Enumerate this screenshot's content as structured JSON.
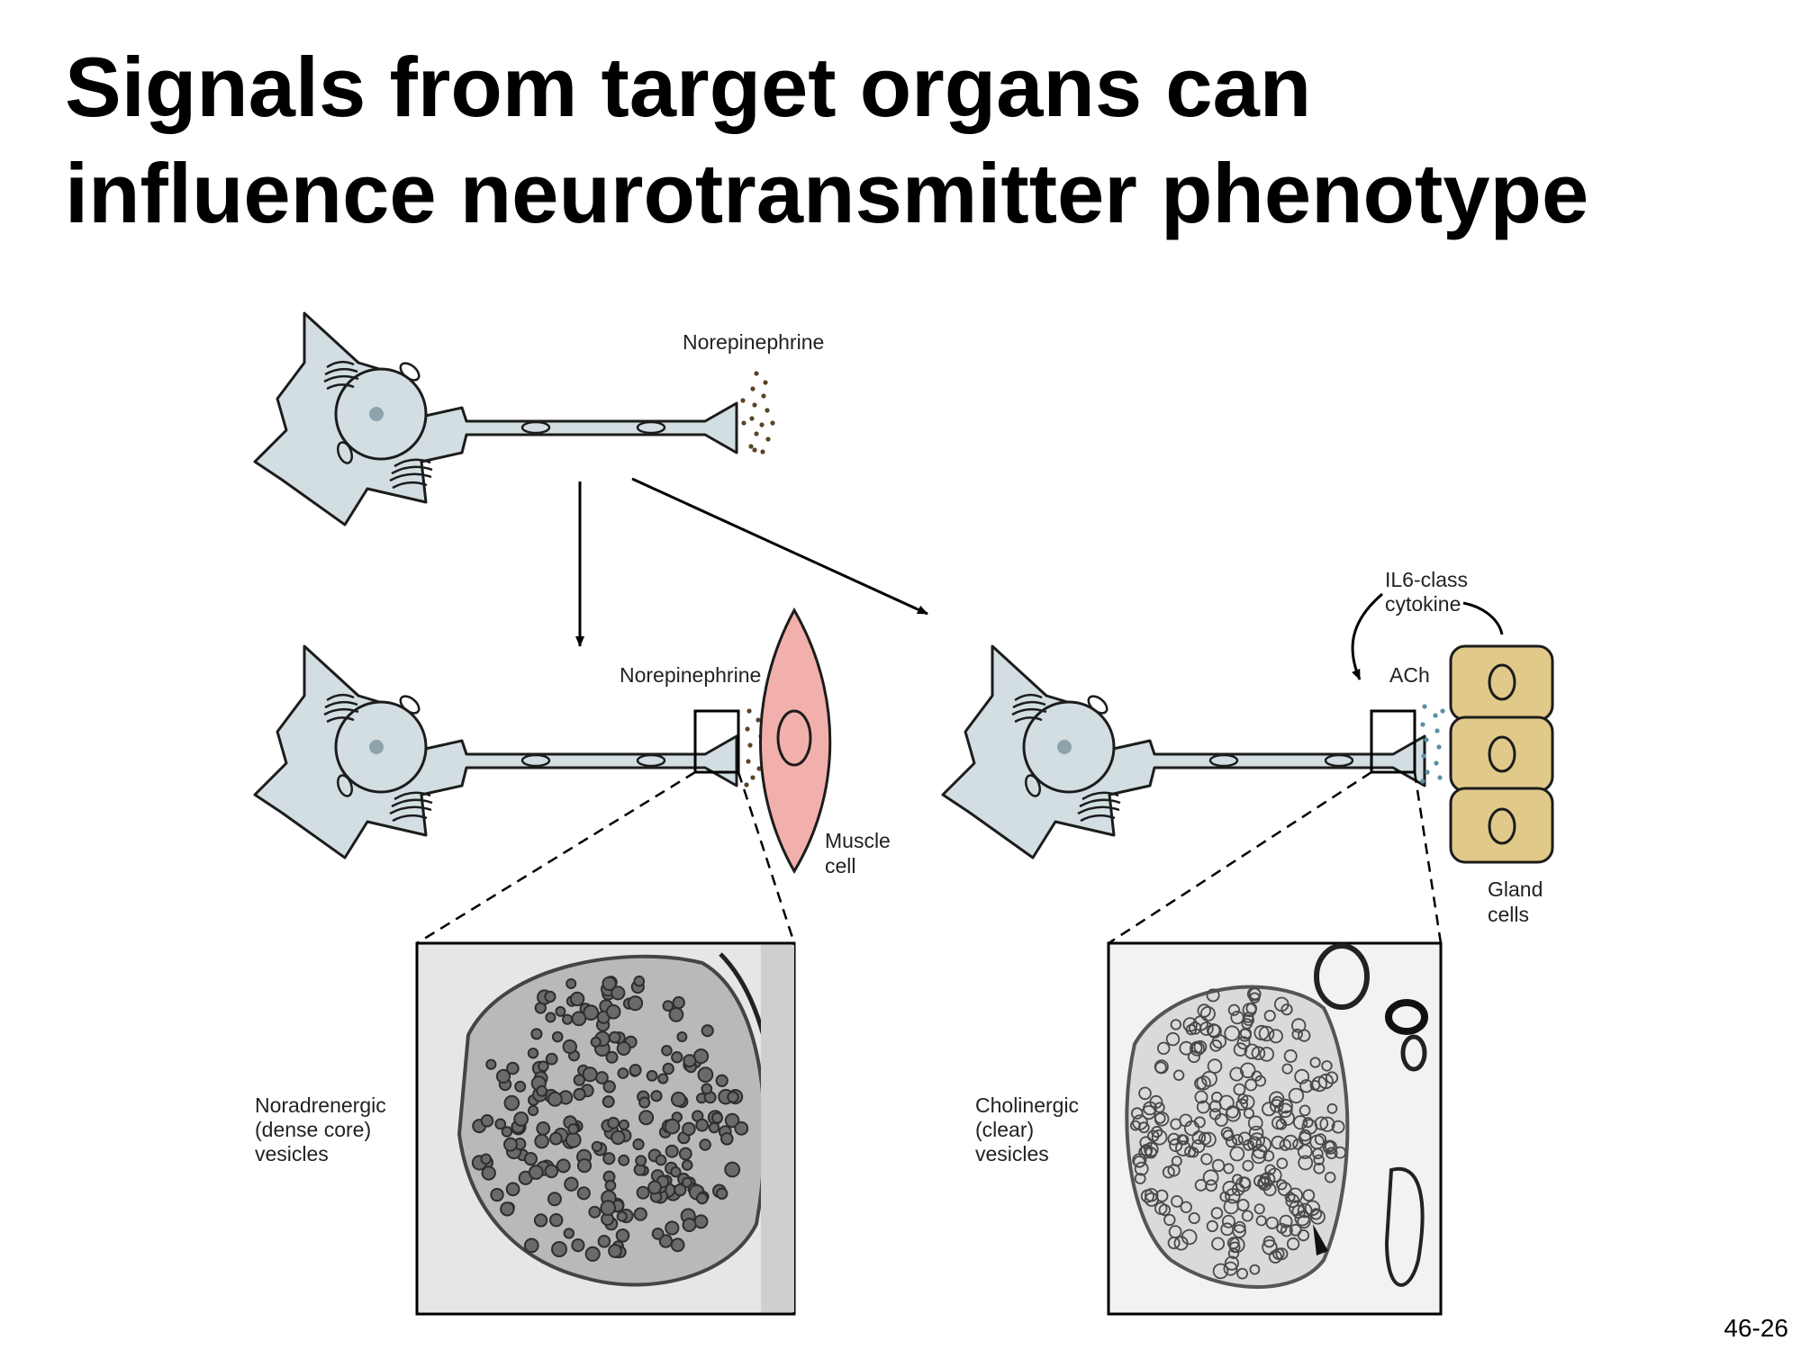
{
  "slide": {
    "title_line1": "Signals from target organs can",
    "title_line2": "influence neurotransmitter phenotype",
    "page_number": "46-26"
  },
  "figure": {
    "top_neuron": {
      "transmitter_label": "Norepinephrine"
    },
    "left_neuron": {
      "transmitter_label": "Norepinephrine",
      "target_label_line1": "Muscle",
      "target_label_line2": "cell",
      "micrograph_label_line1": "Noradrenergic",
      "micrograph_label_line2": "(dense core)",
      "micrograph_label_line3": "vesicles"
    },
    "right_neuron": {
      "transmitter_label": "ACh",
      "signal_label_line1": "IL6-class",
      "signal_label_line2": "cytokine",
      "target_label_line1": "Gland",
      "target_label_line2": "cells",
      "micrograph_label_line1": "Cholinergic",
      "micrograph_label_line2": "(clear)",
      "micrograph_label_line3": "vesicles"
    }
  },
  "colors": {
    "neuron_fill": "#d3dee3",
    "muscle_fill": "#f2b0ac",
    "gland_fill": "#e1c98a",
    "norepinephrine_dot": "#5a4326",
    "ach_dot": "#5b8fa5"
  }
}
